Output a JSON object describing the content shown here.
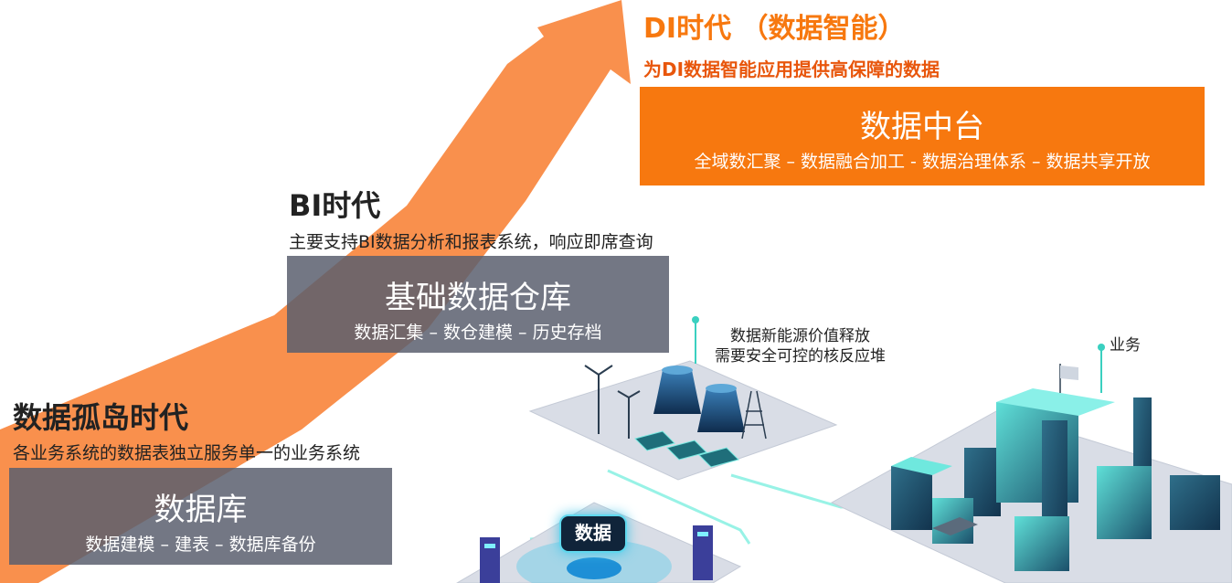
{
  "di_era": {
    "title": "DI时代 （数据智能）",
    "subtitle": "为DI数据智能应用提供高保障的数据",
    "box_title": "数据中台",
    "box_items": "全域数汇聚 – 数据融合加工 - 数据治理体系 – 数据共享开放"
  },
  "bi_era": {
    "title": "BI时代",
    "subtitle": "主要支持BI数据分析和报表系统，响应即席查询",
    "box_title": "基础数据仓库",
    "box_items": "数据汇集 – 数仓建模 – 历史存档"
  },
  "island_era": {
    "title": "数据孤岛时代",
    "subtitle": "各业务系统的数据表独立服务单一的业务系统",
    "box_title": "数据库",
    "box_items": "数据建模 – 建表 – 数据库备份"
  },
  "scene": {
    "energy_label_line1": "数据新能源价值释放",
    "energy_label_line2": "需要安全可控的核反应堆",
    "business_label": "业务",
    "data_badge": "数据"
  },
  "colors": {
    "arrow": "#f98a43",
    "accent_orange": "#f7780f",
    "box_grey": "#5a5f6e",
    "glow_cyan": "#42c5e8"
  }
}
